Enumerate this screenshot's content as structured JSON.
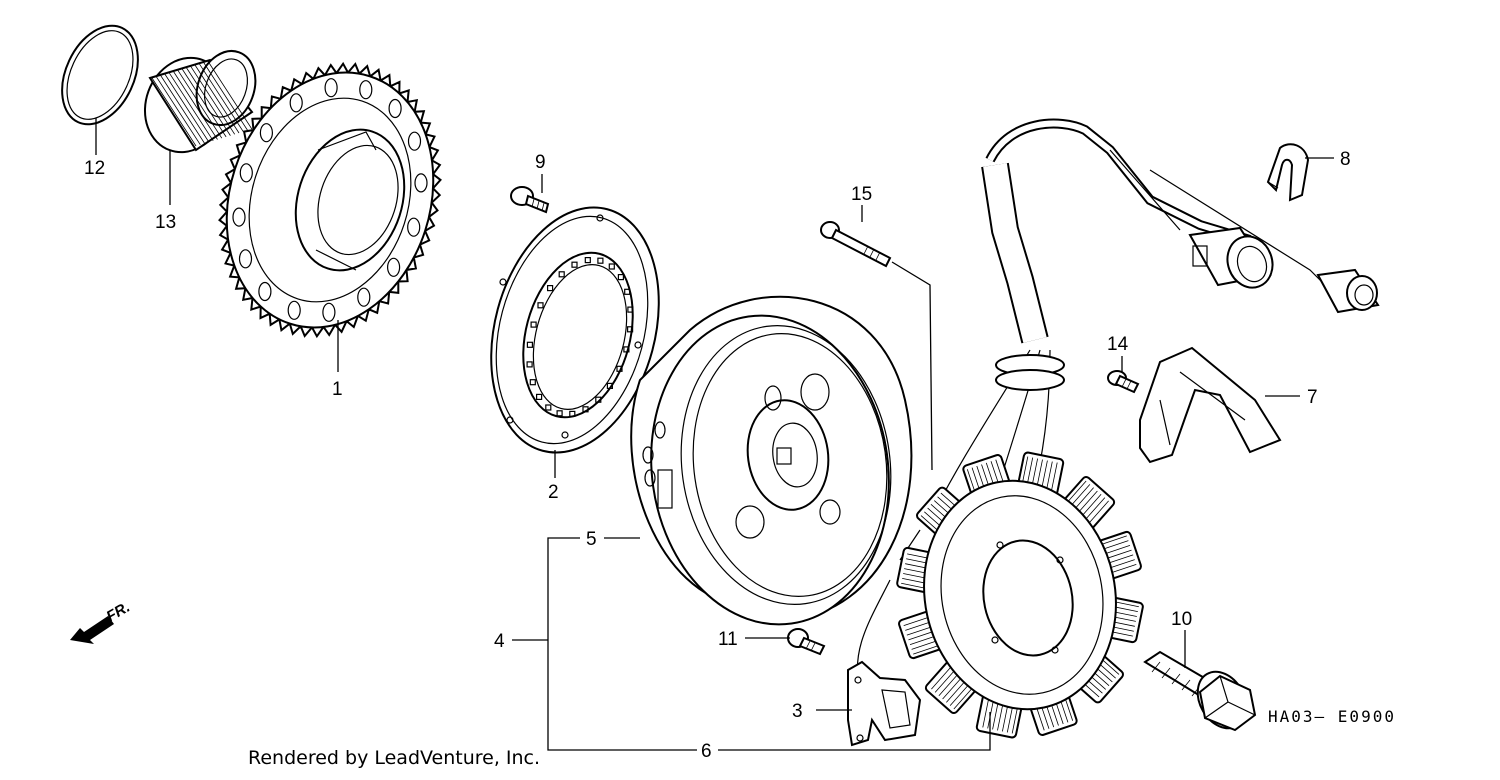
{
  "diagram": {
    "drawing_code": "HA03– E0900",
    "credit": "Rendered by LeadVenture, Inc.",
    "direction_label": "FR.",
    "callouts": {
      "c1": "1",
      "c2": "2",
      "c3": "3",
      "c4": "4",
      "c5": "5",
      "c6": "6",
      "c7": "7",
      "c8": "8",
      "c9": "9",
      "c10": "10",
      "c11": "11",
      "c12": "12",
      "c13": "13",
      "c14": "14",
      "c15": "15"
    },
    "icons": [
      "direction-arrow-icon"
    ]
  }
}
